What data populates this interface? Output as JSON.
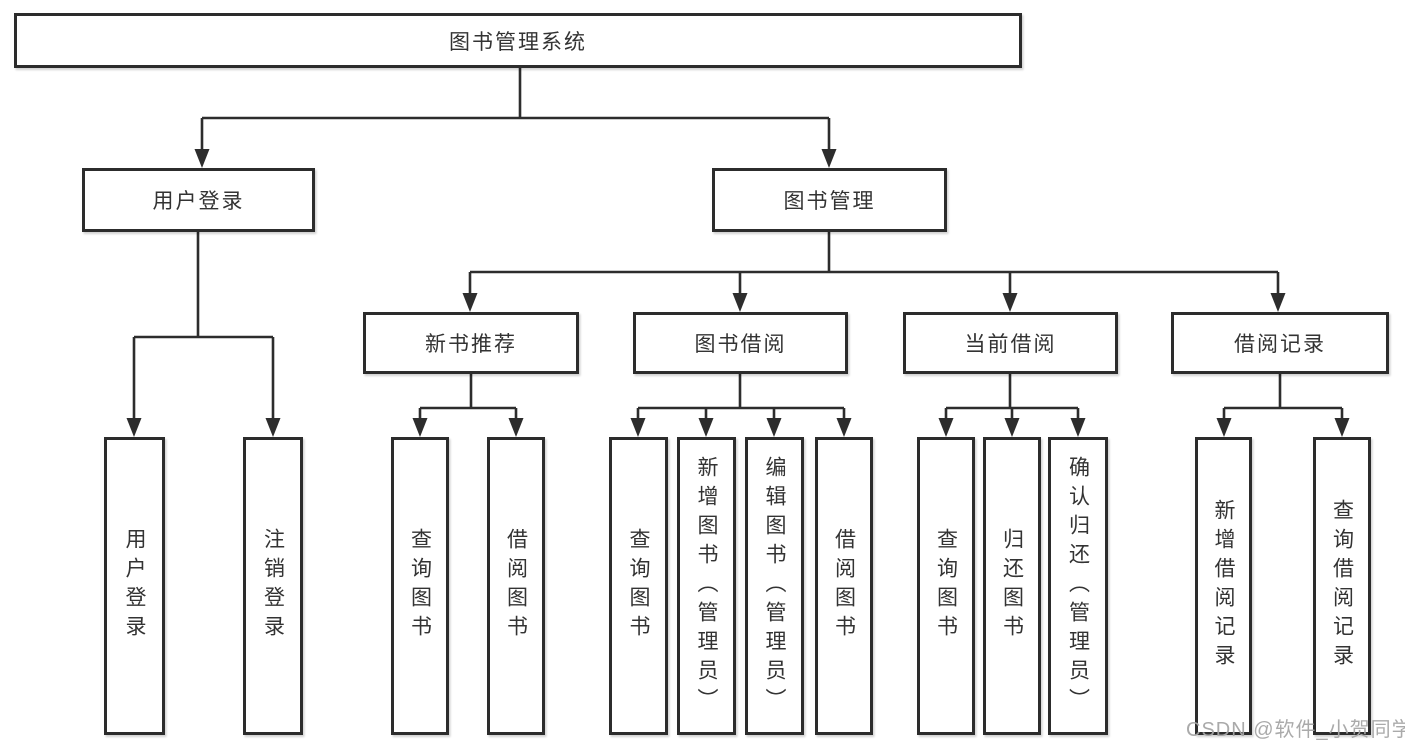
{
  "root": {
    "label": "图书管理系统"
  },
  "branches": {
    "user_login": {
      "label": "用户登录",
      "children": [
        "用户登录",
        "注销登录"
      ]
    },
    "book_mgmt": {
      "label": "图书管理"
    }
  },
  "modules": {
    "new_book": {
      "label": "新书推荐",
      "children": [
        "查询图书",
        "借阅图书"
      ]
    },
    "borrow": {
      "label": "图书借阅",
      "children": [
        "查询图书",
        "新增图书（管理员）",
        "编辑图书（管理员）",
        "借阅图书"
      ]
    },
    "current": {
      "label": "当前借阅",
      "children": [
        "查询图书",
        "归还图书",
        "确认归还（管理员）"
      ]
    },
    "records": {
      "label": "借阅记录",
      "children": [
        "新增借阅记录",
        "查询借阅记录"
      ]
    }
  },
  "watermark": {
    "text": "CSDN @软件_小贺同学"
  },
  "colors": {
    "line": "#2d2d2d",
    "text": "#333333",
    "background": "#ffffff",
    "watermark": "#a5a5a5"
  }
}
